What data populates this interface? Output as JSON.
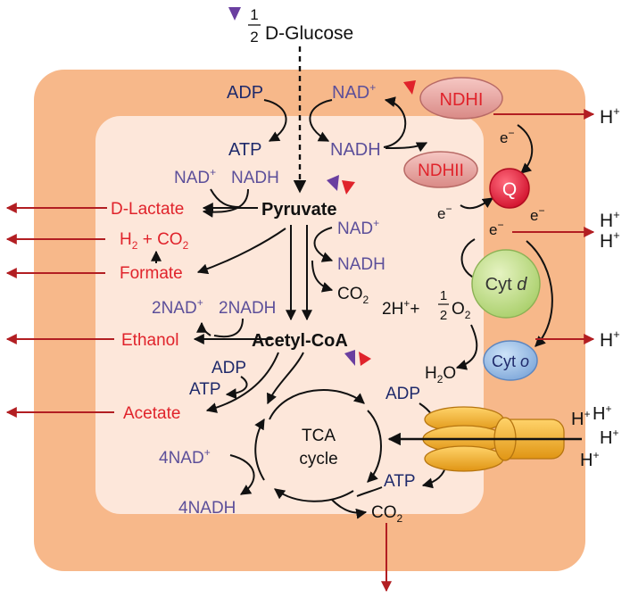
{
  "colors": {
    "outer_cell": "#f7b88a",
    "inner_cell": "#fde7da",
    "arrow_black": "#111111",
    "arrow_red": "#b21e22",
    "text_navy": "#1f2a6b",
    "text_purple": "#5c4f9a",
    "text_red": "#e0232b",
    "marker_purple": "#6a3fa0",
    "marker_red": "#e0232b"
  },
  "top": {
    "glucose": "D-Glucose",
    "frac_num": "1",
    "frac_den": "2"
  },
  "glycolysis": {
    "adp": "ADP",
    "atp": "ATP",
    "nad": "NAD",
    "nadh": "NADH",
    "sup": "+"
  },
  "metabolites": {
    "pyruvate": "Pyruvate",
    "acetyl_coa": "Acetyl-CoA"
  },
  "fermentation": {
    "lactate": "D-Lactate",
    "h2": "H",
    "h2_sub": "2",
    "plus": "+ CO",
    "co2_sub": "2",
    "formate": "Formate",
    "ethanol": "Ethanol",
    "acetate": "Acetate"
  },
  "cofactors": {
    "nad_plus": "NAD",
    "nadh": "NADH",
    "two_nad": "2NAD",
    "two_nadh": "2NADH",
    "four_nad": "4NAD",
    "four_nadh": "4NADH",
    "adp": "ADP",
    "atp": "ATP",
    "co2": "CO",
    "co2_sub": "2",
    "sup": "+"
  },
  "tca": {
    "line1": "TCA",
    "line2": "cycle"
  },
  "etc": {
    "ndhi": "NDHI",
    "ndhii": "NDHII",
    "q": "Q",
    "electron": "e",
    "electron_sup": "−",
    "cyt_d": "Cyt",
    "cyt_d_italic": "d",
    "cyt_o": "Cyt",
    "cyt_o_italic": "o",
    "oxygen_left": "2H",
    "oxygen_plus": "+",
    "half_num": "1",
    "half_den": "2",
    "o2": "O",
    "o2_sub": "2",
    "water": "H",
    "water_sub": "2",
    "water_o": "O"
  },
  "protons": {
    "h": "H",
    "sup": "+"
  },
  "atp_synthase": {
    "adp": "ADP",
    "atp": "ATP"
  }
}
